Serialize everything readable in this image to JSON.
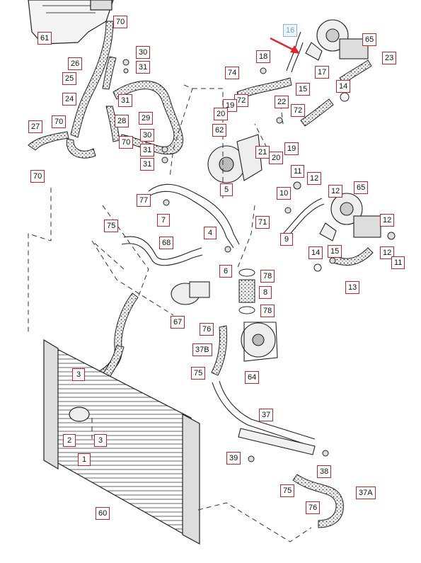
{
  "diagram": {
    "highlighted_part": "16",
    "colors": {
      "label_border": "#c0262b",
      "highlight_border": "#8fb4dc",
      "highlight_text": "#7aa3d1",
      "arrow": "#e3262e",
      "line": "#222222",
      "hose_fill": "#e6e6e6"
    },
    "labels": [
      {
        "id": "70a",
        "text": "70"
      },
      {
        "id": "61",
        "text": "61"
      },
      {
        "id": "16",
        "text": "16"
      },
      {
        "id": "65a",
        "text": "65"
      },
      {
        "id": "30a",
        "text": "30"
      },
      {
        "id": "31a",
        "text": "31"
      },
      {
        "id": "26",
        "text": "26"
      },
      {
        "id": "25",
        "text": "25"
      },
      {
        "id": "18",
        "text": "18"
      },
      {
        "id": "17",
        "text": "17"
      },
      {
        "id": "23",
        "text": "23"
      },
      {
        "id": "74",
        "text": "74"
      },
      {
        "id": "15a",
        "text": "15"
      },
      {
        "id": "14a",
        "text": "14"
      },
      {
        "id": "24",
        "text": "24"
      },
      {
        "id": "31b",
        "text": "31"
      },
      {
        "id": "72a",
        "text": "72"
      },
      {
        "id": "22",
        "text": "22"
      },
      {
        "id": "19a",
        "text": "19"
      },
      {
        "id": "20a",
        "text": "20"
      },
      {
        "id": "29",
        "text": "29"
      },
      {
        "id": "72b",
        "text": "72"
      },
      {
        "id": "27",
        "text": "27"
      },
      {
        "id": "70b",
        "text": "70"
      },
      {
        "id": "28",
        "text": "28"
      },
      {
        "id": "62",
        "text": "62"
      },
      {
        "id": "30b",
        "text": "30"
      },
      {
        "id": "70c",
        "text": "70"
      },
      {
        "id": "31c",
        "text": "31"
      },
      {
        "id": "21",
        "text": "21"
      },
      {
        "id": "20b",
        "text": "20"
      },
      {
        "id": "19b",
        "text": "19"
      },
      {
        "id": "31d",
        "text": "31"
      },
      {
        "id": "70d",
        "text": "70"
      },
      {
        "id": "11a",
        "text": "11"
      },
      {
        "id": "12a",
        "text": "12"
      },
      {
        "id": "5",
        "text": "5"
      },
      {
        "id": "10",
        "text": "10"
      },
      {
        "id": "12b",
        "text": "12"
      },
      {
        "id": "65b",
        "text": "65"
      },
      {
        "id": "77",
        "text": "77"
      },
      {
        "id": "7",
        "text": "7"
      },
      {
        "id": "12c",
        "text": "12"
      },
      {
        "id": "71",
        "text": "71"
      },
      {
        "id": "75a",
        "text": "75"
      },
      {
        "id": "4",
        "text": "4"
      },
      {
        "id": "9",
        "text": "9"
      },
      {
        "id": "68",
        "text": "68"
      },
      {
        "id": "14b",
        "text": "14"
      },
      {
        "id": "15b",
        "text": "15"
      },
      {
        "id": "12d",
        "text": "12"
      },
      {
        "id": "11b",
        "text": "11"
      },
      {
        "id": "6",
        "text": "6"
      },
      {
        "id": "78a",
        "text": "78"
      },
      {
        "id": "8",
        "text": "8"
      },
      {
        "id": "13",
        "text": "13"
      },
      {
        "id": "78b",
        "text": "78"
      },
      {
        "id": "67",
        "text": "67"
      },
      {
        "id": "76a",
        "text": "76"
      },
      {
        "id": "37B",
        "text": "37B"
      },
      {
        "id": "3a",
        "text": "3"
      },
      {
        "id": "75b",
        "text": "75"
      },
      {
        "id": "64",
        "text": "64"
      },
      {
        "id": "37",
        "text": "37"
      },
      {
        "id": "2",
        "text": "2"
      },
      {
        "id": "3b",
        "text": "3"
      },
      {
        "id": "1",
        "text": "1"
      },
      {
        "id": "39",
        "text": "39"
      },
      {
        "id": "38",
        "text": "38"
      },
      {
        "id": "75c",
        "text": "75"
      },
      {
        "id": "37A",
        "text": "37A"
      },
      {
        "id": "60",
        "text": "60"
      },
      {
        "id": "76b",
        "text": "76"
      }
    ]
  }
}
